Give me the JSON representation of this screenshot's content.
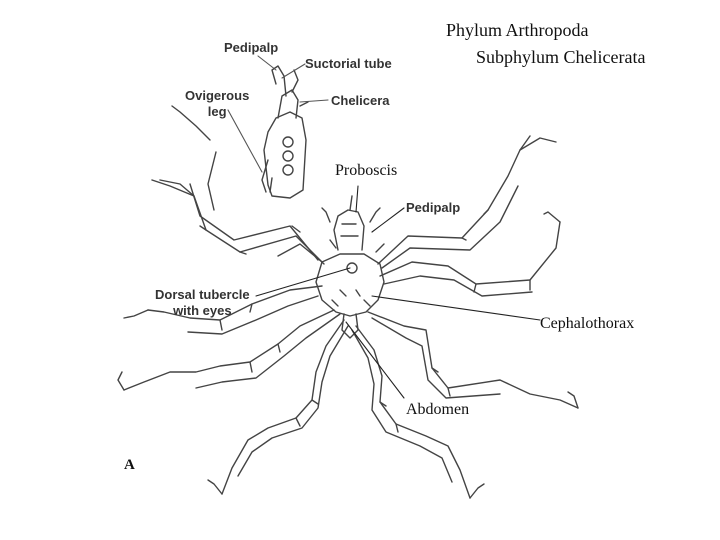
{
  "title": {
    "line1": "Phylum Arthropoda",
    "line2": "Subphylum Chelicerata"
  },
  "labels": {
    "proboscis": "Proboscis",
    "cephalothorax": "Cephalothorax",
    "abdomen": "Abdomen",
    "pedipalp_top": "Pedipalp",
    "suctorial_tube": "Suctorial tube",
    "ovigerous_leg_line1": "Ovigerous",
    "ovigerous_leg_line2": "leg",
    "chelicera": "Chelicera",
    "pedipalp_body": "Pedipalp",
    "dorsal_tubercle_line1": "Dorsal tubercle",
    "dorsal_tubercle_line2": "with eyes",
    "figure_letter": "A"
  }
}
